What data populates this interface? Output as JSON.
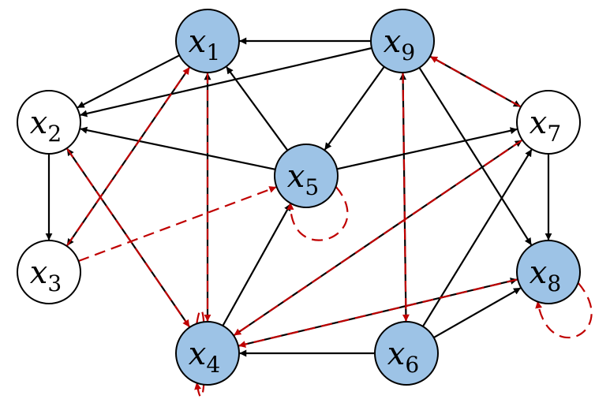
{
  "nodes": [
    {
      "id": "x1",
      "base": "x",
      "sub": "1",
      "filled": true
    },
    {
      "id": "x2",
      "base": "x",
      "sub": "2",
      "filled": false
    },
    {
      "id": "x3",
      "base": "x",
      "sub": "3",
      "filled": false
    },
    {
      "id": "x4",
      "base": "x",
      "sub": "4",
      "filled": true
    },
    {
      "id": "x5",
      "base": "x",
      "sub": "5",
      "filled": true
    },
    {
      "id": "x6",
      "base": "x",
      "sub": "6",
      "filled": true
    },
    {
      "id": "x7",
      "base": "x",
      "sub": "7",
      "filled": false
    },
    {
      "id": "x8",
      "base": "x",
      "sub": "8",
      "filled": true
    },
    {
      "id": "x9",
      "base": "x",
      "sub": "9",
      "filled": true
    }
  ],
  "solid_edges": [
    {
      "from": "x9",
      "to": "x1"
    },
    {
      "from": "x1",
      "to": "x2"
    },
    {
      "from": "x1",
      "to": "x3"
    },
    {
      "from": "x9",
      "to": "x2"
    },
    {
      "from": "x9",
      "to": "x5"
    },
    {
      "from": "x9",
      "to": "x7"
    },
    {
      "from": "x9",
      "to": "x8"
    },
    {
      "from": "x5",
      "to": "x2"
    },
    {
      "from": "x5",
      "to": "x7"
    },
    {
      "from": "x5",
      "to": "x1"
    },
    {
      "from": "x2",
      "to": "x3"
    },
    {
      "from": "x4",
      "to": "x2"
    },
    {
      "from": "x4",
      "to": "x1"
    },
    {
      "from": "x4",
      "to": "x5"
    },
    {
      "from": "x4",
      "to": "x7"
    },
    {
      "from": "x4",
      "to": "x8"
    },
    {
      "from": "x6",
      "to": "x4"
    },
    {
      "from": "x6",
      "to": "x9"
    },
    {
      "from": "x6",
      "to": "x7"
    },
    {
      "from": "x6",
      "to": "x8"
    },
    {
      "from": "x7",
      "to": "x8"
    }
  ],
  "dashed_edges": [
    {
      "from": "x1",
      "to": "x4"
    },
    {
      "from": "x2",
      "to": "x4"
    },
    {
      "from": "x3",
      "to": "x1"
    },
    {
      "from": "x3",
      "to": "x5"
    },
    {
      "from": "x9",
      "to": "x6"
    },
    {
      "from": "x7",
      "to": "x9"
    },
    {
      "from": "x7",
      "to": "x4"
    },
    {
      "from": "x8",
      "to": "x4"
    }
  ],
  "self_loops": [
    "x4",
    "x5",
    "x8"
  ],
  "colors": {
    "filled_node": "#9dc3e6",
    "empty_node": "#ffffff",
    "node_stroke": "#000000",
    "solid_edge": "#000000",
    "dashed_edge": "#c00000"
  }
}
